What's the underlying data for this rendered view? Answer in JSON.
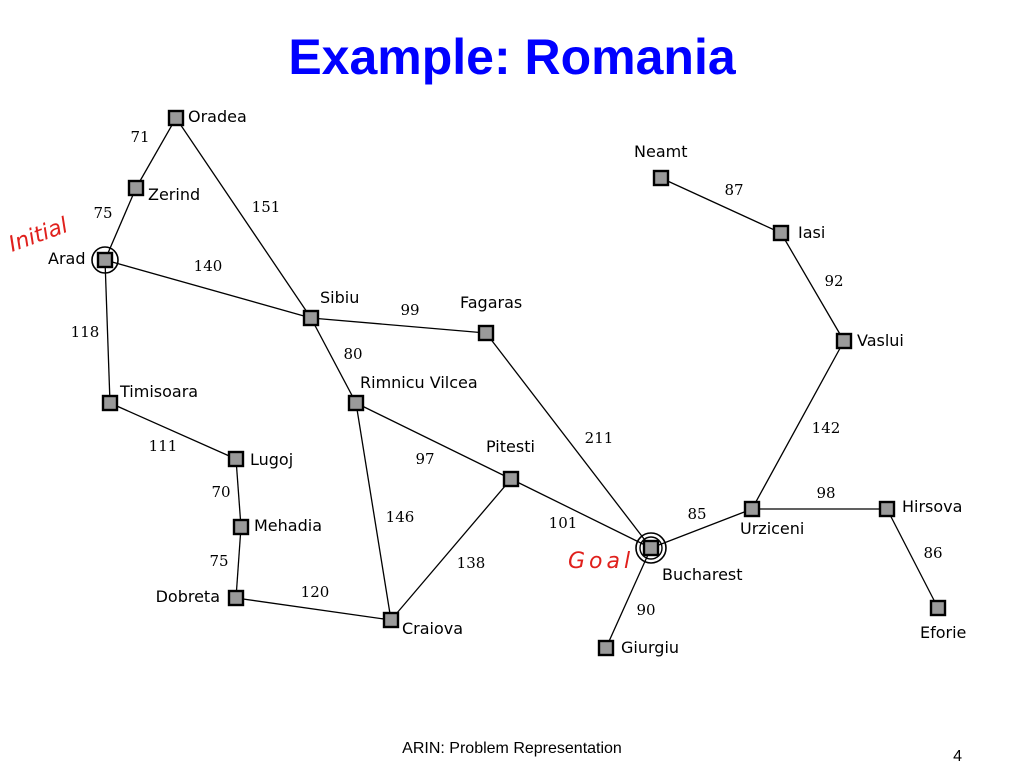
{
  "title": "Example: Romania",
  "annotations": {
    "initial": "Initial",
    "goal": "Goal"
  },
  "cities": [
    {
      "id": "oradea",
      "name": "Oradea"
    },
    {
      "id": "zerind",
      "name": "Zerind"
    },
    {
      "id": "arad",
      "name": "Arad"
    },
    {
      "id": "timisoara",
      "name": "Timisoara"
    },
    {
      "id": "lugoj",
      "name": "Lugoj"
    },
    {
      "id": "mehadia",
      "name": "Mehadia"
    },
    {
      "id": "dobreta",
      "name": "Dobreta"
    },
    {
      "id": "craiova",
      "name": "Craiova"
    },
    {
      "id": "sibiu",
      "name": "Sibiu"
    },
    {
      "id": "fagaras",
      "name": "Fagaras"
    },
    {
      "id": "rimnicu",
      "name": "Rimnicu Vilcea"
    },
    {
      "id": "pitesti",
      "name": "Pitesti"
    },
    {
      "id": "bucharest",
      "name": "Bucharest"
    },
    {
      "id": "giurgiu",
      "name": "Giurgiu"
    },
    {
      "id": "urziceni",
      "name": "Urziceni"
    },
    {
      "id": "hirsova",
      "name": "Hirsova"
    },
    {
      "id": "eforie",
      "name": "Eforie"
    },
    {
      "id": "vaslui",
      "name": "Vaslui"
    },
    {
      "id": "iasi",
      "name": "Iasi"
    },
    {
      "id": "neamt",
      "name": "Neamt"
    }
  ],
  "roads": [
    {
      "from": "oradea",
      "to": "zerind",
      "distance": "71"
    },
    {
      "from": "zerind",
      "to": "arad",
      "distance": "75"
    },
    {
      "from": "oradea",
      "to": "sibiu",
      "distance": "151"
    },
    {
      "from": "arad",
      "to": "sibiu",
      "distance": "140"
    },
    {
      "from": "arad",
      "to": "timisoara",
      "distance": "118"
    },
    {
      "from": "timisoara",
      "to": "lugoj",
      "distance": "111"
    },
    {
      "from": "lugoj",
      "to": "mehadia",
      "distance": "70"
    },
    {
      "from": "mehadia",
      "to": "dobreta",
      "distance": "75"
    },
    {
      "from": "dobreta",
      "to": "craiova",
      "distance": "120"
    },
    {
      "from": "sibiu",
      "to": "fagaras",
      "distance": "99"
    },
    {
      "from": "sibiu",
      "to": "rimnicu",
      "distance": "80"
    },
    {
      "from": "rimnicu",
      "to": "pitesti",
      "distance": "97"
    },
    {
      "from": "rimnicu",
      "to": "craiova",
      "distance": "146"
    },
    {
      "from": "craiova",
      "to": "pitesti",
      "distance": "138"
    },
    {
      "from": "fagaras",
      "to": "bucharest",
      "distance": "211"
    },
    {
      "from": "pitesti",
      "to": "bucharest",
      "distance": "101"
    },
    {
      "from": "bucharest",
      "to": "giurgiu",
      "distance": "90"
    },
    {
      "from": "bucharest",
      "to": "urziceni",
      "distance": "85"
    },
    {
      "from": "urziceni",
      "to": "hirsova",
      "distance": "98"
    },
    {
      "from": "hirsova",
      "to": "eforie",
      "distance": "86"
    },
    {
      "from": "urziceni",
      "to": "vaslui",
      "distance": "142"
    },
    {
      "from": "vaslui",
      "to": "iasi",
      "distance": "92"
    },
    {
      "from": "iasi",
      "to": "neamt",
      "distance": "87"
    }
  ],
  "footer": "ARIN: Problem Representation",
  "page_number": "4"
}
